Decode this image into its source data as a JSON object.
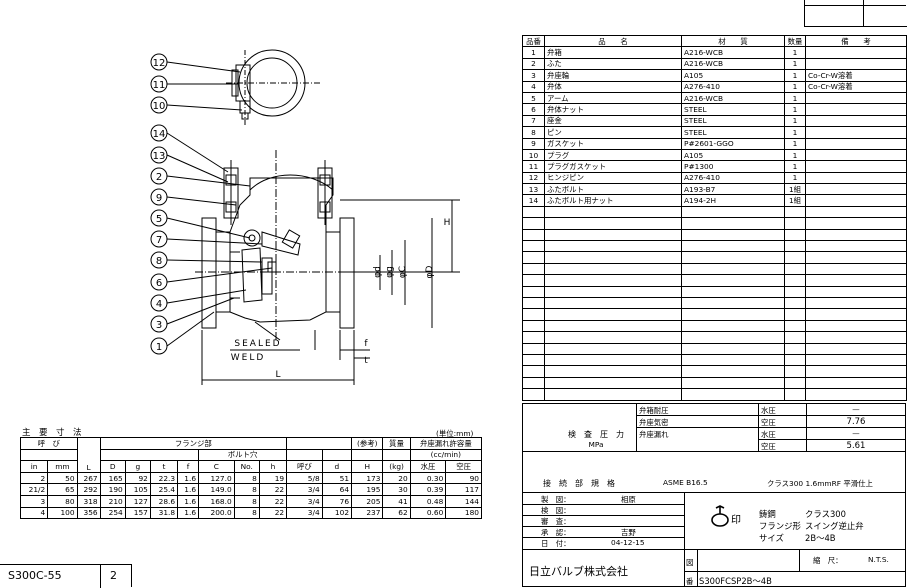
{
  "drawing_labels": {
    "balloons": [
      "12",
      "11",
      "10",
      "14",
      "13",
      "2",
      "9",
      "5",
      "7",
      "8",
      "6",
      "4",
      "3",
      "1"
    ],
    "sealed": "SEALED",
    "weld": "WELD",
    "dim_H": "H",
    "dim_L": "L",
    "dim_f": "f",
    "dim_t": "t",
    "dim_d": "φd",
    "dim_g": "φg",
    "dim_C": "φC",
    "dim_D": "φD"
  },
  "parts": {
    "headers": {
      "no": "品番",
      "name": "品　　名",
      "material": "材　　質",
      "qty": "数量",
      "remarks": "備　　考"
    },
    "rows": [
      {
        "no": "1",
        "name": "弁箱",
        "material": "A216-WCB",
        "qty": "1",
        "remarks": ""
      },
      {
        "no": "2",
        "name": "ふた",
        "material": "A216-WCB",
        "qty": "1",
        "remarks": ""
      },
      {
        "no": "3",
        "name": "弁座輪",
        "material": "A105",
        "qty": "1",
        "remarks": "Co-Cr-W溶着"
      },
      {
        "no": "4",
        "name": "弁体",
        "material": "A276-410",
        "qty": "1",
        "remarks": "Co-Cr-W溶着"
      },
      {
        "no": "5",
        "name": "アーム",
        "material": "A216-WCB",
        "qty": "1",
        "remarks": ""
      },
      {
        "no": "6",
        "name": "弁体ナット",
        "material": "STEEL",
        "qty": "1",
        "remarks": ""
      },
      {
        "no": "7",
        "name": "座金",
        "material": "STEEL",
        "qty": "1",
        "remarks": ""
      },
      {
        "no": "8",
        "name": "ピン",
        "material": "STEEL",
        "qty": "1",
        "remarks": ""
      },
      {
        "no": "9",
        "name": "ガスケット",
        "material": "P#2601-GGO",
        "qty": "1",
        "remarks": ""
      },
      {
        "no": "10",
        "name": "プラグ",
        "material": "A105",
        "qty": "1",
        "remarks": ""
      },
      {
        "no": "11",
        "name": "プラグガスケット",
        "material": "P#1300",
        "qty": "1",
        "remarks": ""
      },
      {
        "no": "12",
        "name": "ヒンジピン",
        "material": "A276-410",
        "qty": "1",
        "remarks": ""
      },
      {
        "no": "13",
        "name": "ふたボルト",
        "material": "A193-B7",
        "qty": "1組",
        "remarks": ""
      },
      {
        "no": "14",
        "name": "ふたボルト用ナット",
        "material": "A194-2H",
        "qty": "1組",
        "remarks": ""
      }
    ],
    "blank_rows": 17
  },
  "inspection": {
    "label": "検　査　圧　力",
    "unit": "MPa",
    "rows": [
      {
        "item": "弁箱耐圧",
        "medium": "水圧",
        "value": "—"
      },
      {
        "item": "弁座気密",
        "medium": "空圧",
        "value": "7.76"
      },
      {
        "item": "弁座漏れ",
        "medium": "水圧",
        "value": "—"
      },
      {
        "item": "",
        "medium": "空圧",
        "value": "5.61"
      }
    ]
  },
  "connection": {
    "label": "接　続　部　規　格",
    "standard": "ASME B16.5",
    "spec": "クラス300 1.6mmRF 平滑仕上"
  },
  "title_block": {
    "rows": [
      {
        "label": "製　図：",
        "value": "相原"
      },
      {
        "label": "検　図：",
        "value": ""
      },
      {
        "label": "審　査：",
        "value": ""
      },
      {
        "label": "承　認：",
        "value": "吉野"
      },
      {
        "label": "日　付：",
        "value": "04-12-15"
      }
    ],
    "mark": "印",
    "desc": [
      {
        "k": "鋳鋼",
        "v": "クラス300"
      },
      {
        "k": "フランジ形",
        "v": "スイング逆止弁"
      },
      {
        "k": "サイズ",
        "v": "2B～4B"
      }
    ],
    "scale_label": "縮　尺：",
    "scale_value": "N.T.S.",
    "company": "日立バルブ株式会社",
    "drawing_no_label1": "図",
    "drawing_no_label2": "番",
    "drawing_no": "S300FCSP2B～4B"
  },
  "dimensions": {
    "title": "主　要　寸　法",
    "unit_note": "(単位:mm)",
    "h_yobi": "呼　び",
    "h_flange": "フランジ部",
    "h_bolt": "ボルト穴",
    "h_ref": "(参考)",
    "h_mass": "質量",
    "h_leak": "弁座漏れ許容量",
    "h_leak_unit": "(cc/min)",
    "h_bolt_yobi": "ボルト\n呼び",
    "cols": [
      "in",
      "mm",
      "L",
      "D",
      "g",
      "t",
      "f",
      "C",
      "No.",
      "h",
      "呼び",
      "d",
      "H",
      "(kg)",
      "水圧",
      "空圧"
    ],
    "rows": [
      [
        "2",
        "50",
        "267",
        "165",
        "92",
        "22.3",
        "1.6",
        "127.0",
        "8",
        "19",
        "5/8",
        "51",
        "173",
        "20",
        "0.30",
        "90"
      ],
      [
        "21/2",
        "65",
        "292",
        "190",
        "105",
        "25.4",
        "1.6",
        "149.0",
        "8",
        "22",
        "3/4",
        "64",
        "195",
        "30",
        "0.39",
        "117"
      ],
      [
        "3",
        "80",
        "318",
        "210",
        "127",
        "28.6",
        "1.6",
        "168.0",
        "8",
        "22",
        "3/4",
        "76",
        "205",
        "41",
        "0.48",
        "144"
      ],
      [
        "4",
        "100",
        "356",
        "254",
        "157",
        "31.8",
        "1.6",
        "200.0",
        "8",
        "22",
        "3/4",
        "102",
        "237",
        "62",
        "0.60",
        "180"
      ]
    ]
  },
  "footer": {
    "code": "S300C-55",
    "page": "2"
  }
}
